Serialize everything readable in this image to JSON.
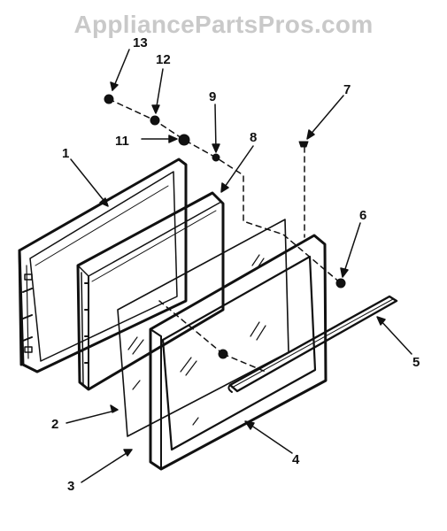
{
  "watermark": "AppliancePartsPros.com",
  "colors": {
    "ink": "#111111",
    "watermark": "#c9c9c9",
    "background": "#ffffff"
  },
  "callouts": {
    "c1": "1",
    "c2": "2",
    "c3": "3",
    "c4": "4",
    "c5": "5",
    "c6": "6",
    "c7": "7",
    "c8": "8",
    "c9": "9",
    "c11": "11",
    "c12": "12",
    "c13": "13"
  }
}
